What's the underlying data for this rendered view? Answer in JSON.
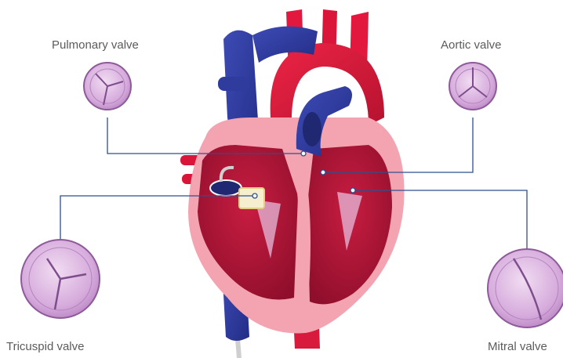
{
  "labels": {
    "pulmonary": "Pulmonary valve",
    "aortic": "Aortic valve",
    "tricuspid": "Tricuspid valve",
    "mitral": "Mitral valve"
  },
  "colors": {
    "connector": "#2e4f8f",
    "valve_fill": "#d9b3de",
    "valve_stroke": "#8e5a9a",
    "muscle_dark": "#9a1232",
    "muscle": "#c41a3e",
    "wall_pink": "#f4a4b0",
    "vein_blue": "#2f3c9e",
    "artery_red": "#e2183e"
  }
}
